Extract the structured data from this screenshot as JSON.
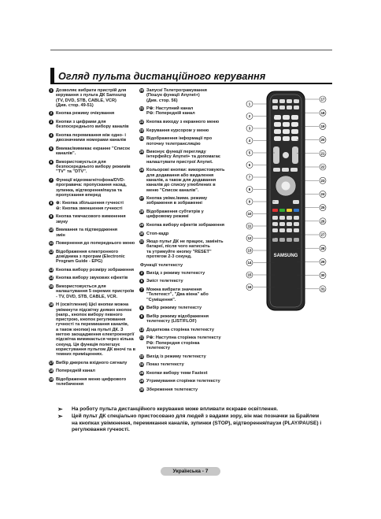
{
  "page": {
    "title": "Огляд пульта дистанційного керування",
    "footer": "Українська - 7"
  },
  "left_items": [
    {
      "n": "1",
      "text": "Дозволяє вибрати пристрій для\nкерування з пульта ДК Samsung\n(TV, DVD, STB, CABLE, VCR)\n(Див. стор. 49-51)"
    },
    {
      "n": "2",
      "text": "Кнопка режиму очікування"
    },
    {
      "n": "3",
      "text": "Кнопки з цифрами для\nбезпосереднього вибору каналів"
    },
    {
      "n": "4",
      "text": "Кнопка перемикання між одно- і\nдвозначними номерами каналів"
    },
    {
      "n": "5",
      "text": "Вмикає/вимикає екранне \"Список\nканалів\"."
    },
    {
      "n": "6",
      "text": "Використовується для\nбезпосереднього вибору режимів\n\"TV\" та \"DTV\"."
    },
    {
      "n": "7",
      "text": "Функції відеомагнітофона/DVD-\nпрогравача: пропускання назад,\nзупинка, відтворення/пауза та\nпропускання вперед"
    },
    {
      "n": "8",
      "text": "⊕: Кнопка збільшення гучності\n⊖: Кнопка зменшення гучності"
    },
    {
      "n": "9",
      "text": "Кнопка тимчасового вимкнення\nзвуку"
    },
    {
      "n": "10",
      "text": "Вмикання та підтвердження\nзмін"
    },
    {
      "n": "11",
      "text": "Повернення до попереднього меню"
    },
    {
      "n": "12",
      "text": "Відображення електронного\nдовідника з програм (Electronic\nProgram Guide - EPG)"
    },
    {
      "n": "13",
      "text": "Кнопка вибору розміру зображення"
    },
    {
      "n": "14",
      "text": "Кнопка вибору звукових ефектів"
    },
    {
      "n": "15",
      "text": "Використовується для\nналаштування 5 окремих пристроїв\n- TV, DVD, STB, CABLE, VCR."
    },
    {
      "n": "16",
      "text": "Н (освітлення) Цієї кнопки можна\nувімкнути підсвітку деяких кнопок\n(напр., кнопок вибору певного\nпристрою, кнопок регулювання\nгучності та перемикання каналів,\nа також кнопки) на пульті ДК. З\nметою заощадження електроенергії\nпідсвітка вимикається через кілька\nсекунд. Ця функція полегшує\nкористування пультом ДК вночі та в\nтемних приміщеннях."
    },
    {
      "n": "17",
      "text": "Вибір джерела вхідного сигналу"
    },
    {
      "n": "18",
      "text": "Попередній канал"
    },
    {
      "n": "19",
      "text": "Відображення меню цифрового\nтелебачення"
    }
  ],
  "mid_items": [
    {
      "n": "20",
      "text": "Запуск/ Телетрограмування\n(Пошук функції Anynet+)\n(Див. стор. 56)"
    },
    {
      "n": "21",
      "text": "P⊕: Наступний канал\nP⊖: Попередній канал"
    },
    {
      "n": "22",
      "text": "Кнопка виходу з екранного меню"
    },
    {
      "n": "23",
      "text": "Керування курсором у меню"
    },
    {
      "n": "24",
      "text": "Відображення інформації про\nпоточну телетрансляцію"
    },
    {
      "n": "25",
      "text": "Виконує функції перегляду\nінтерфейсу Anynet+ та допомагає\nналаштувати пристрої Anynet."
    },
    {
      "n": "26",
      "text": "Кольорові кнопки: використовують\nдля додавання або видалення\nканалів, а також для додавання\nканалів до списку улюблених в\nменю \"Список каналів\"."
    },
    {
      "n": "27",
      "text": "Кнопка увімк./вимк. режиму\nзображення в зображенні"
    },
    {
      "n": "28",
      "text": "Відображення субтитрів у\nцифровому режимі"
    },
    {
      "n": "29",
      "text": "Кнопка вибору ефектів зображення"
    },
    {
      "n": "30",
      "text": "Стоп-кадр"
    },
    {
      "n": "31",
      "text": "Якщо пульт ДК не працює, замініть\nбатареї, після чого натисніть\nта утримуйте кнопку \"RESET\"\nпротягом 2-3 секунд."
    }
  ],
  "teletext_head": "Функції телетексту",
  "teletext_items": [
    {
      "n": "2",
      "text": "Вихід з режиму телетексту"
    },
    {
      "n": "5",
      "text": "Зміст телетексту"
    },
    {
      "n": "7",
      "text": "Можна вибрати значення\n\"Телетекст\", \"Два вікна\" або\n\"Суміщення\"."
    },
    {
      "n": "8",
      "text": "Вибір режиму телетексту"
    },
    {
      "n": "9",
      "text": "Вибір режиму відображення\nтелетексту (LIST/FLOF)"
    },
    {
      "n": "13",
      "text": "Додаткова сторінка телетексту"
    },
    {
      "n": "21",
      "text": "P⊕: Наступна сторінка телетексту\nP⊖: Попередня сторінка\nтелетексту"
    },
    {
      "n": "22",
      "text": "Вихід із режиму телетексту"
    },
    {
      "n": "24",
      "text": "Показ телетексту"
    },
    {
      "n": "26",
      "text": "Кнопки вибору теми Fastext"
    },
    {
      "n": "29",
      "text": "Утримування сторінки телетексту"
    },
    {
      "n": "30",
      "text": "Збереження телетексту"
    }
  ],
  "notes": [
    "На роботу пульта дистанційного керування може впливати яскраве освітлення.",
    "Цей пульт ДК спеціально пристосовано для людей з вадами зору, він має позначки за Брайлем\nна кнопках увімкнення, перемикання каналів, зупинки (STOP), відтворення/паузи (PLAY/PAUSE) і\nрегулювання гучності."
  ],
  "remote": {
    "brand": "SAMSUNG",
    "callouts_left": [
      "1",
      "2",
      "3",
      "4",
      "5",
      "6",
      "7",
      "8",
      "9",
      "10",
      "11",
      "12",
      "13",
      "14",
      "15",
      "16"
    ],
    "callouts_right": [
      "17",
      "18",
      "19",
      "20",
      "21",
      "22",
      "23",
      "24",
      "25",
      "26",
      "27",
      "28",
      "29",
      "30",
      "31"
    ]
  },
  "colors": {
    "text": "#111111",
    "footer_bg": "#c7c7c7",
    "remote_body": "#2b2b2b"
  }
}
